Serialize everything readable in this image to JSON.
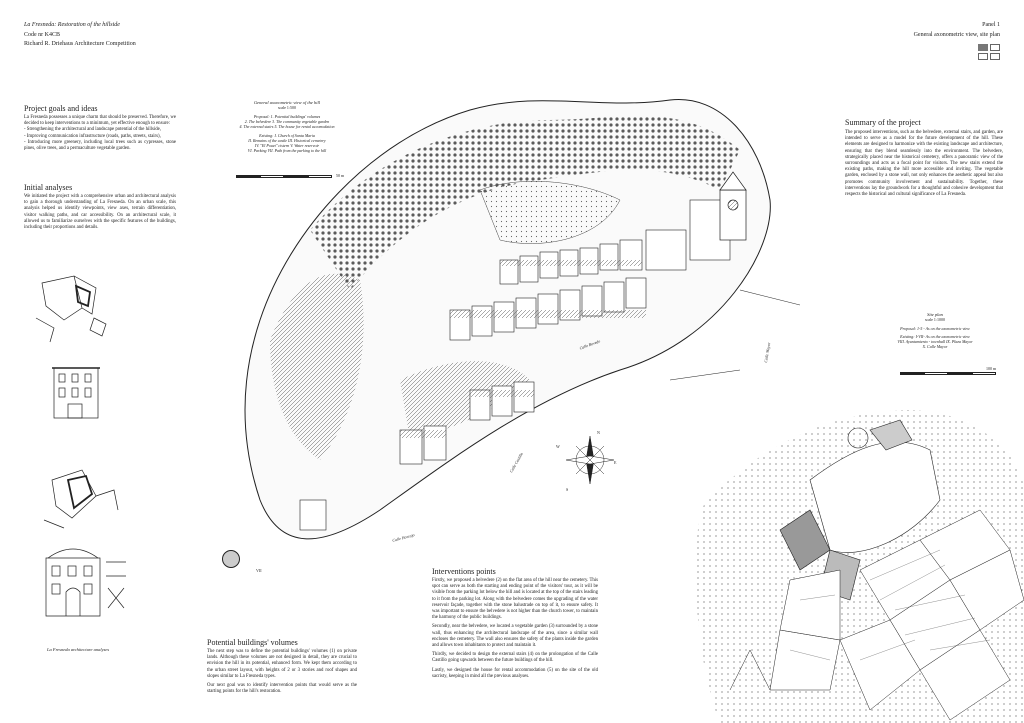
{
  "header": {
    "title": "La Fresneda: Restoration of the hillside",
    "code": "Code nr K4CB",
    "competition": "Richard R. Driehaus Architecture Competition",
    "panel": "Panel 1",
    "panel_subtitle": "General axonometric view, site plan"
  },
  "left": {
    "goals_title": "Project goals and ideas",
    "goals_text_1": "La Fresneda possesses a unique charm that should be preserved. Therefore, we decided to keep interventions to a minimum, yet effective enough to ensure:",
    "goals_text_2": "- Strengthening the architectural and landscape potential of the hillside,",
    "goals_text_3": "- Improving communication infrastructure (roads, paths, streets, stairs),",
    "goals_text_4": "- Introducing more greenery, including local trees such as cypresses, stone pines, olive trees, and a permaculture vegetable garden.",
    "analyses_title": "Initial analyses",
    "analyses_text": "We initiated the project with a comprehensive urban and architectural analysis to gain a thorough understanding of La Fresneda. On an urban scale, this analysis helped us identify viewpoints, view axes, terrain differentiation, visitor walking paths, and car accessibility. On an architectural scale, it allowed us to familiarize ourselves with the specific features of the buildings, including their proportions and details.",
    "caption": "La Fresneda architecture analyses"
  },
  "axo_legend": {
    "title": "General axonometric view of the hill",
    "scale": "scale 1:500",
    "proposal": "Proposal: 1. Potential buildings' volumes",
    "proposal_2": "2. The belvedere   3. The community vegetable garden",
    "proposal_3": "4. The external stairs   5. The house for rental accomodation",
    "existing": "Existing: I. Church of Santa Maria",
    "existing_2": "II. Remains of the castle   III. Historical cemetery",
    "existing_3": "IV. \"El Pouet\" cistern   V. Water reservoir",
    "existing_4": "VI. Parking   VII. Path from the parking to the hill",
    "scale_end": "50 m"
  },
  "summary": {
    "title": "Summary of the project",
    "text": "The proposed interventions, such as the belvedere, external stairs, and garden, are intended to serve as a model for the future development of the hill. These elements are designed to harmonize with the existing landscape and architecture, ensuring that they blend seamlessly into the environment. The belvedere, strategically placed near the historical cemetery, offers a panoramic view of the surroundings and acts as a focal point for visitors. The new stairs extend the existing paths, making the hill more accessible and inviting. The vegetable garden, enclosed by a stone wall, not only enhances the aesthetic appeal but also promotes community involvement and sustainability. Together, these interventions lay the groundwork for a thoughtful and cohesive development that respects the historical and cultural significance of La Fresneda."
  },
  "site_plan": {
    "title": "Site plan",
    "scale": "scale 1:1000",
    "proposal": "Proposal: 1-5 - As on the axonometric view",
    "existing": "Existing: I-VII- As on the axonometric view",
    "existing_2": "VIII. Ayuntamiento - townhall   IX. Plaza Mayor",
    "existing_3": "X. Calle Mayor",
    "scale_end": "100 m"
  },
  "streets": {
    "calle_mayor": "Calle Mayor",
    "calle_bovedo": "Calle Bovedo",
    "calle_castillo": "Calle Castillo",
    "calle_horcajo": "Calle Horcajo",
    "vii": "VII"
  },
  "compass": {
    "n": "N",
    "s": "S",
    "e": "E",
    "w": "W"
  },
  "volumes": {
    "title": "Potential buildings' volumes",
    "text_1": "The next step was to define the potential buildings' volumes (1) on private lands. Although these volumes are not designed in detail, they are crucial to envision the hill in its potential, enhanced form. We kept them according to the urban street layout, with heights of 2 or 3 stories and roof shapes and slopes similar to La Fresneda types.",
    "text_2": "Our next goal was to identify intervention points that would serve as the starting points for the hill's restoration."
  },
  "interventions": {
    "title": "Interventions points",
    "text_1": "Firstly, we proposed a belvedere (2) on the flat area of the hill near the cemetery. This spot can serve as both the starting and ending point of the visitors' tour, as it will be visible from the parking lot below the hill and is located at the top of the stairs leading to it from the parking lot. Along with the belvedere comes the upgrading of the water reservoir façade, together with the stone balustrade on top of it, to ensure safety. It was important to ensure the belvedere is not higher than the church tower, to maintain the harmony of the public buildings.",
    "text_2": "Secondly, near the belvedere, we located a vegetable garden (3) surrounded by a stone wall, thus enhancing the architectural landscape of the area, since a similar wall encloses the cemetery. The wall also ensures the safety of the plants inside the garden and allows town inhabitants to protect and maintain it.",
    "text_3": "Thirdly, we decided to design the external stairs (4) on the prolongation of the Calle Castillo going upwards between the future buildings of the hill.",
    "text_4": "Lastly, we designed the house for rental accommodation (5) on the site of the old sacristy, keeping in mind all the previous analyses."
  }
}
